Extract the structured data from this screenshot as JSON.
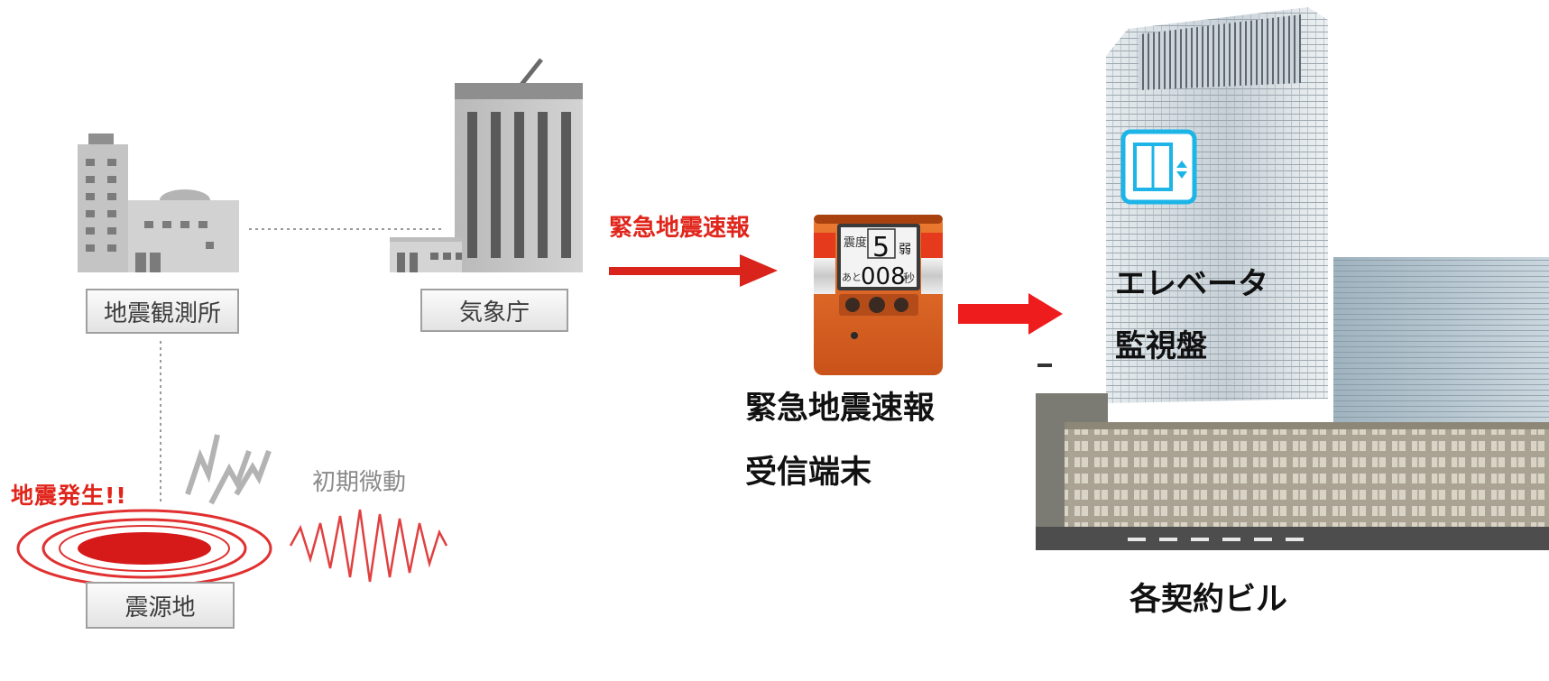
{
  "diagram": {
    "nodes": {
      "observatory": {
        "label": "地震観測所"
      },
      "jma": {
        "label": "気象庁"
      },
      "epicenter": {
        "label": "震源地"
      },
      "receiver": {
        "label_line1": "緊急地震速報",
        "label_line2": "受信端末"
      },
      "elevator_panel": {
        "label_line1": "エレベータ",
        "label_line2": "監視盤"
      },
      "building": {
        "label": "各契約ビル"
      }
    },
    "annotations": {
      "eew_arrow_label": "緊急地震速報",
      "quake_occurred": "地震発生!!",
      "initial_tremor": "初期微動"
    },
    "device_screen": {
      "intensity_label": "震度",
      "intensity_value": "5",
      "intensity_suffix": "弱",
      "countdown_prefix": "あと",
      "countdown_value": "008",
      "countdown_unit": "秒"
    },
    "icons": [
      "elevator-icon",
      "lightning-icon"
    ],
    "colors": {
      "alert_red": "#e0251b",
      "arrow_red": "#ee1c1c",
      "device_orange": "#e2661f",
      "elevator_icon": "#1db4e8"
    }
  }
}
